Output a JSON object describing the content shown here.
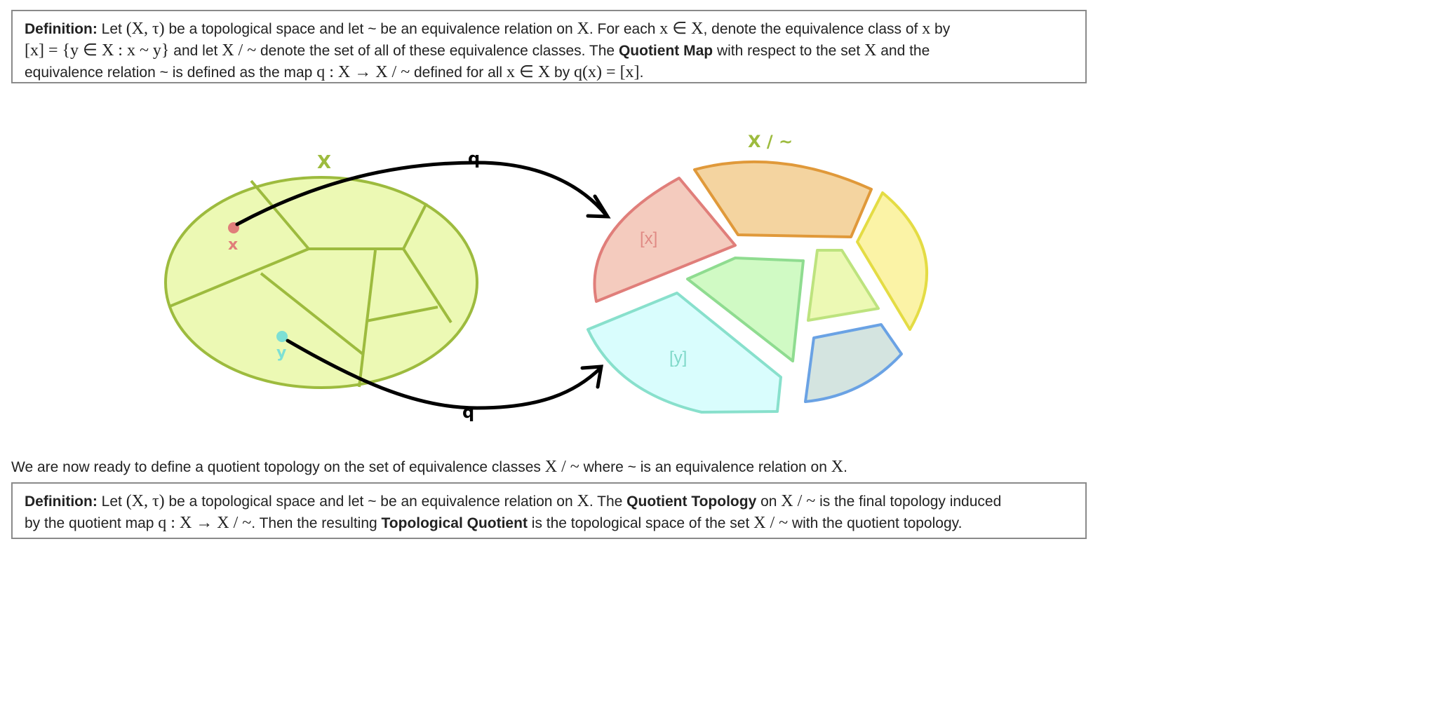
{
  "definition1": [
    [
      {
        "t": "Definition:",
        "s": "b"
      },
      {
        "t": " Let "
      },
      {
        "t": "(X, τ)",
        "s": "m"
      },
      {
        "t": " be a topological space and let ~ be an equivalence relation on "
      },
      {
        "t": "X",
        "s": "m"
      },
      {
        "t": ". For each "
      },
      {
        "t": "x ∈ X",
        "s": "m"
      },
      {
        "t": ", denote the equivalence class of "
      },
      {
        "t": "x",
        "s": "m"
      },
      {
        "t": " by"
      }
    ],
    [
      {
        "t": "[x] = {y ∈ X : x ~ y}",
        "s": "m"
      },
      {
        "t": " and let "
      },
      {
        "t": "X / ~",
        "s": "m"
      },
      {
        "t": " denote the set of all of these equivalence classes. The "
      },
      {
        "t": "Quotient Map",
        "s": "b"
      },
      {
        "t": " with respect to the set "
      },
      {
        "t": "X",
        "s": "m"
      },
      {
        "t": " and the"
      }
    ],
    [
      {
        "t": "equivalence relation ~ is defined as the map "
      },
      {
        "t": "q : X → X / ~",
        "s": "m"
      },
      {
        "t": " defined for all "
      },
      {
        "t": "x ∈ X",
        "s": "m"
      },
      {
        "t": " by "
      },
      {
        "t": "q(x) = [x]",
        "s": "m"
      },
      {
        "t": "."
      }
    ]
  ],
  "paragraph": [
    [
      {
        "t": "We are now ready to define a quotient topology on the set of equivalence classes "
      },
      {
        "t": "X / ~",
        "s": "m"
      },
      {
        "t": " where ~ is an equivalence relation on "
      },
      {
        "t": "X",
        "s": "m"
      },
      {
        "t": "."
      }
    ]
  ],
  "definition2": [
    [
      {
        "t": "Definition:",
        "s": "b"
      },
      {
        "t": " Let "
      },
      {
        "t": "(X, τ)",
        "s": "m"
      },
      {
        "t": " be a topological space and let ~ be an equivalence relation on "
      },
      {
        "t": "X",
        "s": "m"
      },
      {
        "t": ". The "
      },
      {
        "t": "Quotient Topology",
        "s": "b"
      },
      {
        "t": " on "
      },
      {
        "t": "X / ~",
        "s": "m"
      },
      {
        "t": " is the final topology induced"
      }
    ],
    [
      {
        "t": "by the quotient map "
      },
      {
        "t": "q : X → X / ~",
        "s": "m"
      },
      {
        "t": ". Then the resulting "
      },
      {
        "t": "Topological Quotient",
        "s": "b"
      },
      {
        "t": " is the topological space of the set "
      },
      {
        "t": "X / ~",
        "s": "m"
      },
      {
        "t": " with the quotient topology."
      }
    ]
  ],
  "diagram": {
    "space_label": "X",
    "quotient_label": "X / ~",
    "map_label_top": "q",
    "map_label_bottom": "q",
    "point_x": "x",
    "point_y": "y",
    "class_x": "[x]",
    "class_y": "[y]",
    "colors": {
      "space_fill": "#ecf9b4",
      "space_stroke": "#9dbb3e",
      "red_fill": "#f4cbbe",
      "red_stroke": "#e07e7a",
      "orange_fill": "#f4d4a0",
      "orange_stroke": "#e0993a",
      "yellow_fill": "#fbf3a6",
      "yellow_stroke": "#e4dc44",
      "green_fill": "#d0fac4",
      "green_stroke": "#8fdc90",
      "lime_fill": "#ecf9b4",
      "lime_stroke": "#bde37e",
      "blue_fill": "#d4e4e0",
      "blue_stroke": "#6aa2e4",
      "cyan_fill": "#d9fdfd",
      "cyan_stroke": "#88e0cc"
    }
  }
}
